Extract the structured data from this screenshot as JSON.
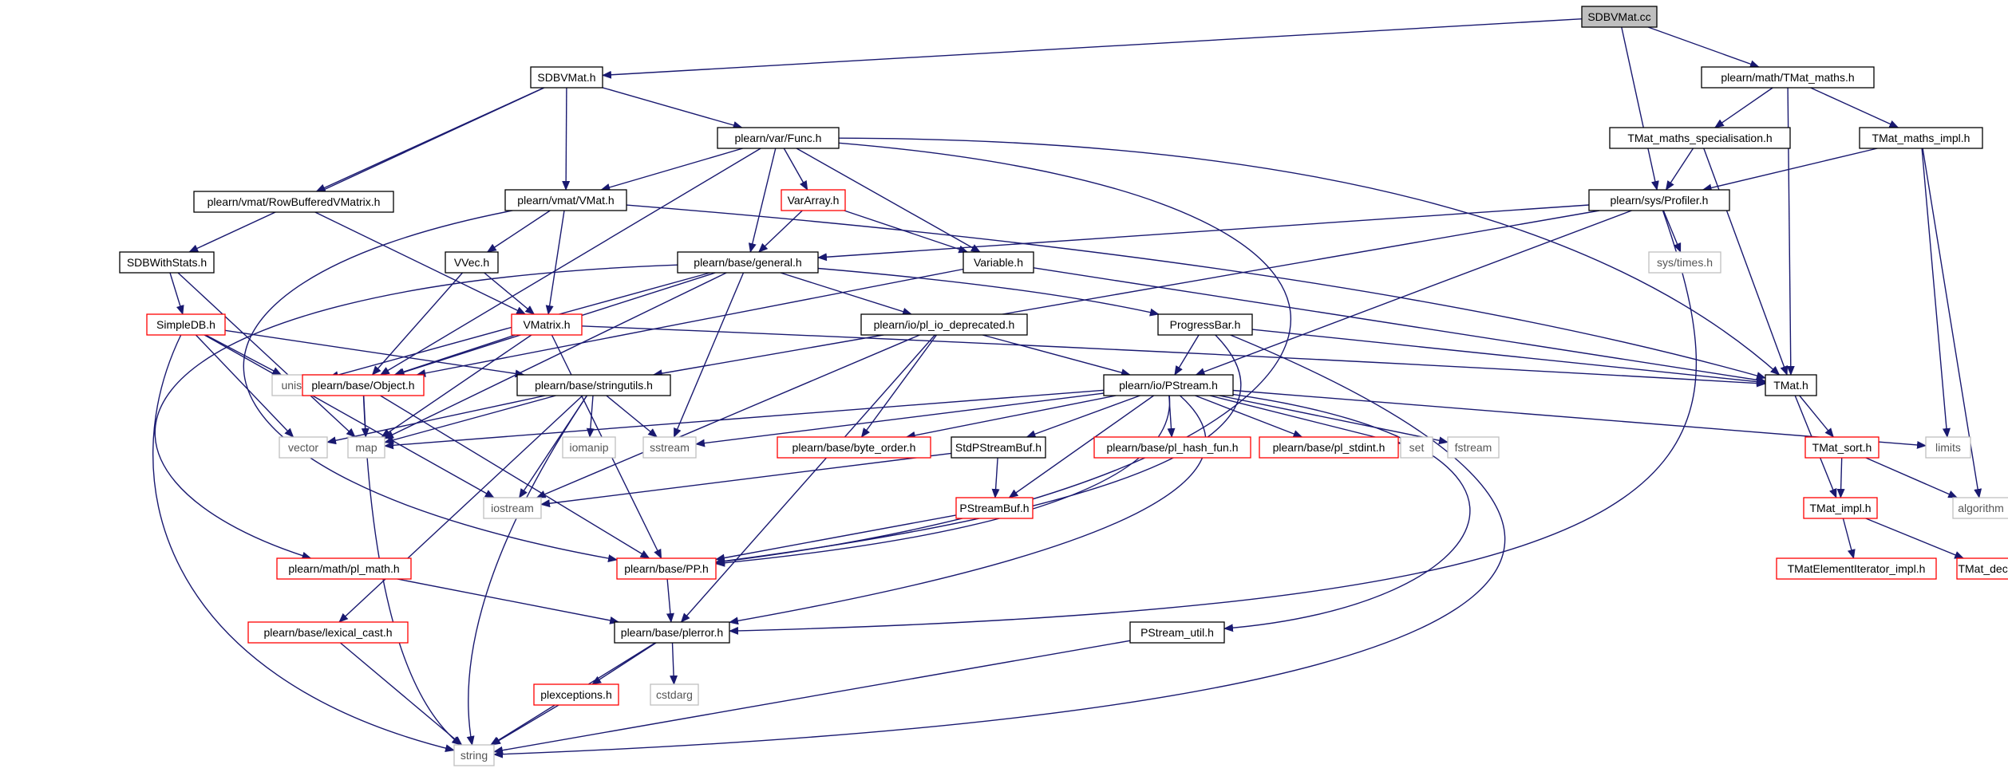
{
  "nodes": [
    {
      "id": "n_sdbvmat_cc",
      "label": "SDBVMat.cc",
      "style": "root"
    },
    {
      "id": "n_sdbvmat_h",
      "label": "SDBVMat.h",
      "style": "normal"
    },
    {
      "id": "n_tmat_maths",
      "label": "plearn/math/TMat_maths.h",
      "style": "normal"
    },
    {
      "id": "n_func",
      "label": "plearn/var/Func.h",
      "style": "normal"
    },
    {
      "id": "n_tmat_maths_spec",
      "label": "TMat_maths_specialisation.h",
      "style": "normal"
    },
    {
      "id": "n_tmat_maths_impl",
      "label": "TMat_maths_impl.h",
      "style": "normal"
    },
    {
      "id": "n_rowbuffered",
      "label": "plearn/vmat/RowBufferedVMatrix.h",
      "style": "normal"
    },
    {
      "id": "n_vmat_vmat",
      "label": "plearn/vmat/VMat.h",
      "style": "normal"
    },
    {
      "id": "n_vararray",
      "label": "VarArray.h",
      "style": "red"
    },
    {
      "id": "n_profiler",
      "label": "plearn/sys/Profiler.h",
      "style": "normal"
    },
    {
      "id": "n_sdbwithstats",
      "label": "SDBWithStats.h",
      "style": "normal"
    },
    {
      "id": "n_vvec",
      "label": "VVec.h",
      "style": "normal"
    },
    {
      "id": "n_general",
      "label": "plearn/base/general.h",
      "style": "normal"
    },
    {
      "id": "n_variable",
      "label": "Variable.h",
      "style": "normal"
    },
    {
      "id": "n_systimes",
      "label": "sys/times.h",
      "style": "gray"
    },
    {
      "id": "n_simpledb",
      "label": "SimpleDB.h",
      "style": "red"
    },
    {
      "id": "n_vmatrix",
      "label": "VMatrix.h",
      "style": "red"
    },
    {
      "id": "n_pl_io_dep",
      "label": "plearn/io/pl_io_deprecated.h",
      "style": "normal"
    },
    {
      "id": "n_progressbar",
      "label": "ProgressBar.h",
      "style": "normal"
    },
    {
      "id": "n_unistd",
      "label": "unistd.h",
      "style": "gray"
    },
    {
      "id": "n_object",
      "label": "plearn/base/Object.h",
      "style": "red"
    },
    {
      "id": "n_stringutils",
      "label": "plearn/base/stringutils.h",
      "style": "normal"
    },
    {
      "id": "n_pstream",
      "label": "plearn/io/PStream.h",
      "style": "normal"
    },
    {
      "id": "n_tmat_h",
      "label": "TMat.h",
      "style": "normal"
    },
    {
      "id": "n_vector",
      "label": "vector",
      "style": "gray"
    },
    {
      "id": "n_map",
      "label": "map",
      "style": "gray"
    },
    {
      "id": "n_iomanip",
      "label": "iomanip",
      "style": "gray"
    },
    {
      "id": "n_sstream",
      "label": "sstream",
      "style": "gray"
    },
    {
      "id": "n_byte_order",
      "label": "plearn/base/byte_order.h",
      "style": "red"
    },
    {
      "id": "n_stdpstreambuf",
      "label": "StdPStreamBuf.h",
      "style": "normal"
    },
    {
      "id": "n_pl_hash_fun",
      "label": "plearn/base/pl_hash_fun.h",
      "style": "red"
    },
    {
      "id": "n_pl_stdint",
      "label": "plearn/base/pl_stdint.h",
      "style": "red"
    },
    {
      "id": "n_set",
      "label": "set",
      "style": "gray"
    },
    {
      "id": "n_fstream",
      "label": "fstream",
      "style": "gray"
    },
    {
      "id": "n_limits",
      "label": "limits",
      "style": "gray"
    },
    {
      "id": "n_tmat_sort",
      "label": "TMat_sort.h",
      "style": "red"
    },
    {
      "id": "n_iostream",
      "label": "iostream",
      "style": "gray"
    },
    {
      "id": "n_pstreambuf",
      "label": "PStreamBuf.h",
      "style": "red"
    },
    {
      "id": "n_tmat_impl",
      "label": "TMat_impl.h",
      "style": "red"
    },
    {
      "id": "n_algorithm",
      "label": "algorithm",
      "style": "gray"
    },
    {
      "id": "n_pl_math",
      "label": "plearn/math/pl_math.h",
      "style": "red"
    },
    {
      "id": "n_pp",
      "label": "plearn/base/PP.h",
      "style": "red"
    },
    {
      "id": "n_tmat_elem_iter",
      "label": "TMatElementIterator_impl.h",
      "style": "red"
    },
    {
      "id": "n_tmat_decl",
      "label": "TMat_decl.h",
      "style": "red"
    },
    {
      "id": "n_lexical_cast",
      "label": "plearn/base/lexical_cast.h",
      "style": "red"
    },
    {
      "id": "n_plerror",
      "label": "plearn/base/plerror.h",
      "style": "normal"
    },
    {
      "id": "n_pstream_util",
      "label": "PStream_util.h",
      "style": "normal"
    },
    {
      "id": "n_plexceptions",
      "label": "plexceptions.h",
      "style": "red"
    },
    {
      "id": "n_cstdarg",
      "label": "cstdarg",
      "style": "gray"
    },
    {
      "id": "n_string",
      "label": "string",
      "style": "gray"
    }
  ],
  "edges": [
    [
      "n_sdbvmat_cc",
      "n_sdbvmat_h"
    ],
    [
      "n_sdbvmat_cc",
      "n_tmat_maths"
    ],
    [
      "n_sdbvmat_cc",
      "n_profiler"
    ],
    [
      "n_sdbvmat_h",
      "n_func"
    ],
    [
      "n_sdbvmat_h",
      "n_rowbuffered"
    ],
    [
      "n_sdbvmat_h",
      "n_vmat_vmat"
    ],
    [
      "n_sdbvmat_h",
      "n_sdbwithstats"
    ],
    [
      "n_tmat_maths",
      "n_tmat_maths_spec"
    ],
    [
      "n_tmat_maths",
      "n_tmat_maths_impl"
    ],
    [
      "n_tmat_maths",
      "n_tmat_h"
    ],
    [
      "n_tmat_maths_spec",
      "n_profiler"
    ],
    [
      "n_tmat_maths_spec",
      "n_tmat_h"
    ],
    [
      "n_tmat_maths_impl",
      "n_profiler"
    ],
    [
      "n_tmat_maths_impl",
      "n_limits"
    ],
    [
      "n_tmat_maths_impl",
      "n_algorithm"
    ],
    [
      "n_func",
      "n_vmat_vmat"
    ],
    [
      "n_func",
      "n_vararray"
    ],
    [
      "n_func",
      "n_general"
    ],
    [
      "n_func",
      "n_variable"
    ],
    [
      "n_func",
      "n_object"
    ],
    [
      "n_func",
      "n_tmat_h"
    ],
    [
      "n_func",
      "n_pp"
    ],
    [
      "n_rowbuffered",
      "n_vmatrix"
    ],
    [
      "n_vmat_vmat",
      "n_vvec"
    ],
    [
      "n_vmat_vmat",
      "n_vmatrix"
    ],
    [
      "n_vmat_vmat",
      "n_tmat_h"
    ],
    [
      "n_vmat_vmat",
      "n_pp"
    ],
    [
      "n_vararray",
      "n_general"
    ],
    [
      "n_vararray",
      "n_variable"
    ],
    [
      "n_profiler",
      "n_general"
    ],
    [
      "n_profiler",
      "n_systimes"
    ],
    [
      "n_profiler",
      "n_pstream"
    ],
    [
      "n_profiler",
      "n_stringutils"
    ],
    [
      "n_profiler",
      "n_plerror"
    ],
    [
      "n_sdbwithstats",
      "n_simpledb"
    ],
    [
      "n_sdbwithstats",
      "n_map"
    ],
    [
      "n_vvec",
      "n_vmatrix"
    ],
    [
      "n_vvec",
      "n_object"
    ],
    [
      "n_general",
      "n_pl_io_dep"
    ],
    [
      "n_general",
      "n_progressbar"
    ],
    [
      "n_general",
      "n_unistd"
    ],
    [
      "n_general",
      "n_object"
    ],
    [
      "n_general",
      "n_map"
    ],
    [
      "n_general",
      "n_sstream"
    ],
    [
      "n_general",
      "n_pl_math"
    ],
    [
      "n_variable",
      "n_object"
    ],
    [
      "n_variable",
      "n_tmat_h"
    ],
    [
      "n_simpledb",
      "n_unistd"
    ],
    [
      "n_simpledb",
      "n_stringutils"
    ],
    [
      "n_simpledb",
      "n_vector"
    ],
    [
      "n_simpledb",
      "n_iostream"
    ],
    [
      "n_simpledb",
      "n_string"
    ],
    [
      "n_vmatrix",
      "n_object"
    ],
    [
      "n_vmatrix",
      "n_tmat_h"
    ],
    [
      "n_vmatrix",
      "n_map"
    ],
    [
      "n_vmatrix",
      "n_pp"
    ],
    [
      "n_pl_io_dep",
      "n_pstream"
    ],
    [
      "n_pl_io_dep",
      "n_byte_order"
    ],
    [
      "n_pl_io_dep",
      "n_iostream"
    ],
    [
      "n_pl_io_dep",
      "n_plerror"
    ],
    [
      "n_progressbar",
      "n_pstream"
    ],
    [
      "n_progressbar",
      "n_tmat_h"
    ],
    [
      "n_progressbar",
      "n_pp"
    ],
    [
      "n_progressbar",
      "n_string"
    ],
    [
      "n_object",
      "n_map"
    ],
    [
      "n_object",
      "n_pp"
    ],
    [
      "n_object",
      "n_string"
    ],
    [
      "n_stringutils",
      "n_map"
    ],
    [
      "n_stringutils",
      "n_vector"
    ],
    [
      "n_stringutils",
      "n_iomanip"
    ],
    [
      "n_stringutils",
      "n_sstream"
    ],
    [
      "n_stringutils",
      "n_iostream"
    ],
    [
      "n_stringutils",
      "n_string"
    ],
    [
      "n_stringutils",
      "n_lexical_cast"
    ],
    [
      "n_pstream",
      "n_map"
    ],
    [
      "n_pstream",
      "n_sstream"
    ],
    [
      "n_pstream",
      "n_byte_order"
    ],
    [
      "n_pstream",
      "n_stdpstreambuf"
    ],
    [
      "n_pstream",
      "n_pl_hash_fun"
    ],
    [
      "n_pstream",
      "n_pl_stdint"
    ],
    [
      "n_pstream",
      "n_set"
    ],
    [
      "n_pstream",
      "n_fstream"
    ],
    [
      "n_pstream",
      "n_limits"
    ],
    [
      "n_pstream",
      "n_pstreambuf"
    ],
    [
      "n_pstream",
      "n_pp"
    ],
    [
      "n_pstream",
      "n_plerror"
    ],
    [
      "n_pstream",
      "n_pstream_util"
    ],
    [
      "n_tmat_h",
      "n_tmat_sort"
    ],
    [
      "n_tmat_h",
      "n_tmat_impl"
    ],
    [
      "n_tmat_sort",
      "n_tmat_impl"
    ],
    [
      "n_tmat_sort",
      "n_algorithm"
    ],
    [
      "n_tmat_impl",
      "n_tmat_elem_iter"
    ],
    [
      "n_tmat_impl",
      "n_tmat_decl"
    ],
    [
      "n_stdpstreambuf",
      "n_pstreambuf"
    ],
    [
      "n_stdpstreambuf",
      "n_iostream"
    ],
    [
      "n_pstreambuf",
      "n_pp"
    ],
    [
      "n_pl_math",
      "n_plerror"
    ],
    [
      "n_pp",
      "n_plerror"
    ],
    [
      "n_plerror",
      "n_plexceptions"
    ],
    [
      "n_plerror",
      "n_cstdarg"
    ],
    [
      "n_plerror",
      "n_string"
    ],
    [
      "n_plexceptions",
      "n_string"
    ],
    [
      "n_lexical_cast",
      "n_string"
    ],
    [
      "n_pstream_util",
      "n_string"
    ]
  ],
  "colors": {
    "edge": "#191970",
    "border_normal": "#000000",
    "border_red": "#ff0000",
    "border_gray": "#bfbfbf",
    "root_fill": "#bfbfbf",
    "text_normal": "#000000",
    "text_gray": "#555555"
  }
}
